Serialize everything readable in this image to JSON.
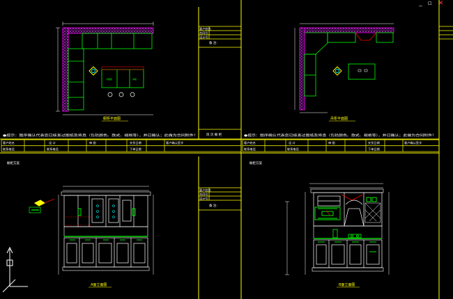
{
  "window": {
    "controls": [
      "_",
      "▫",
      "✕"
    ]
  },
  "colors": {
    "background": "#000000",
    "frame": "#ffff00",
    "drawing": "#ffffff",
    "cabinet": "#00ff00",
    "countertop": "#ff00ff",
    "dimension": "#00ffff",
    "annotation": "#ff0000"
  },
  "sheets": [
    {
      "id": "top-left",
      "plan_title": "橱柜平面图",
      "note_line": "●提示：图序确认代表您已核查过图纸及将息（包括颜色、款式、规格等），并已确认；此做为合同附件！",
      "table_row1": [
        "客户姓名",
        "设    计",
        "审    图",
        "交货日期",
        "客户确认签字"
      ],
      "table_row2": [
        "联系电话",
        "联系电话",
        "下单日期"
      ],
      "side_box": [
        "客户姓名",
        "合同号",
        "设计号"
      ],
      "side_note": "备    注:",
      "side_footer": "风 页 橱 柜"
    },
    {
      "id": "top-right",
      "plan_title": "吊柜平面图",
      "note_line": "●提示：图序确认代表您已核查过图纸及将息（包括颜色、款式、规格等），并已确认；此做为合同附件！",
      "table_row1": [
        "客户姓名",
        "设    计",
        "审    图",
        "交货日期",
        "客户确认签字"
      ],
      "table_row2": [
        "联系电话",
        "联系电话",
        "下单日期"
      ]
    },
    {
      "id": "bottom-left",
      "scheme_title": "橱柜方案",
      "elevation_title": "A面立面图",
      "side_box": [
        "客户姓名",
        "合同号",
        "设计号"
      ],
      "side_note": "备    注:"
    },
    {
      "id": "bottom-right",
      "scheme_title": "橱柜方案",
      "elevation_title": "B面立面图"
    }
  ]
}
